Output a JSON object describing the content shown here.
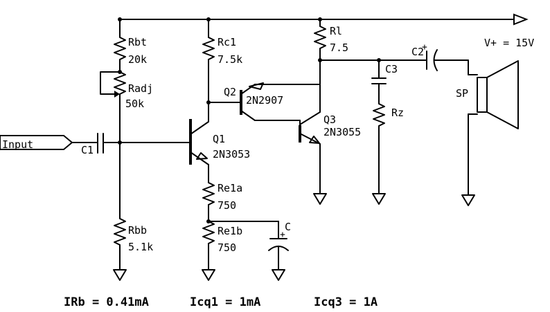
{
  "supply": "V+ = 15V",
  "input_label": "Input",
  "components": {
    "rbt": {
      "name": "Rbt",
      "value": "20k"
    },
    "radj": {
      "name": "Radj",
      "value": "50k"
    },
    "rbb": {
      "name": "Rbb",
      "value": "5.1k"
    },
    "rc1": {
      "name": "Rc1",
      "value": "7.5k"
    },
    "rl": {
      "name": "Rl",
      "value": "7.5"
    },
    "re1a": {
      "name": "Re1a",
      "value": "750"
    },
    "re1b": {
      "name": "Re1b",
      "value": "750"
    },
    "rz": {
      "name": "Rz"
    },
    "c1": {
      "name": "C1"
    },
    "c2": {
      "name": "C2"
    },
    "c3": {
      "name": "C3"
    },
    "c": {
      "name": "C",
      "polarity": "+"
    },
    "q1": {
      "name": "Q1",
      "part": "2N3053"
    },
    "q2": {
      "name": "Q2",
      "part": "2N2907"
    },
    "q3": {
      "name": "Q3",
      "part": "2N3055"
    },
    "sp": {
      "name": "SP"
    }
  },
  "notes": {
    "irb": "IRb = 0.41mA",
    "icq1": "Icq1 = 1mA",
    "icq3": "Icq3 = 1A"
  }
}
